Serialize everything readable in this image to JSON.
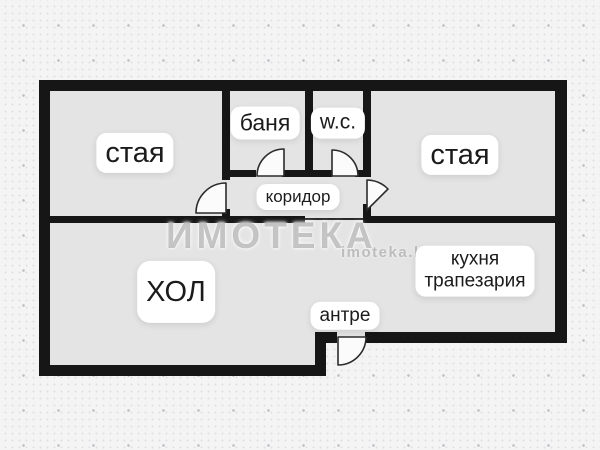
{
  "watermark": {
    "brand": "ИМОТЕКА",
    "site": "imoteka.bg"
  },
  "rooms": {
    "staya_left": {
      "label": "стая"
    },
    "banya": {
      "label": "баня"
    },
    "wc": {
      "label": "w.c."
    },
    "staya_right": {
      "label": "стая"
    },
    "koridor": {
      "label": "коридор"
    },
    "hol": {
      "label": "ХОЛ"
    },
    "kuhnya": {
      "label": "кухня",
      "label2": "трапезария"
    },
    "antre": {
      "label": "антре"
    }
  },
  "colors": {
    "background": "#f4f4f5",
    "dot_small": "#e0e0e3",
    "dot_big": "#c7c7cb",
    "floor": "#e4e4e4",
    "wall": "#161616",
    "label_bg": "#ffffff",
    "label_text": "#1b1b1b",
    "watermark_gray": "#bdbdbd"
  }
}
